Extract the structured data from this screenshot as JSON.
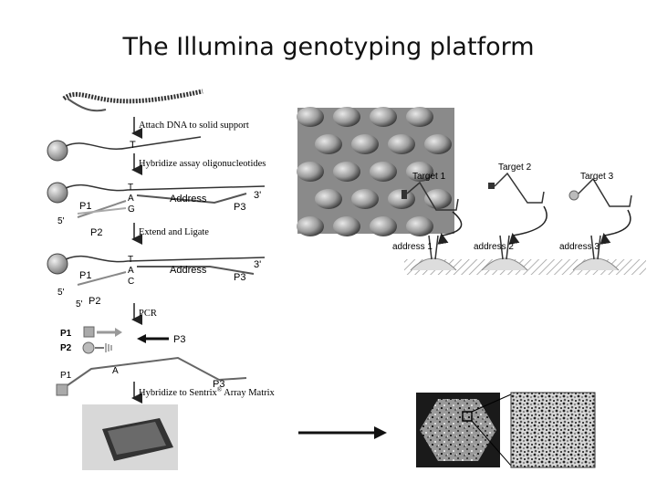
{
  "title": "The Illumina genotyping platform",
  "steps": {
    "attach": "Attach DNA to solid support",
    "hybridize_oligos": "Hybridize assay oligonucleotides",
    "extend_ligate": "Extend and Ligate",
    "pcr": "PCR",
    "hybridize_array": "Hybridize to Sentrix",
    "hybridize_array_tail": " Array Matrix",
    "registered": "®"
  },
  "labels": {
    "T": "T",
    "A": "A",
    "G": "G",
    "C": "C",
    "P1": "P1",
    "P2": "P2",
    "P3": "P3",
    "address": "Address",
    "five_prime": "5'",
    "three_prime": "3'"
  },
  "targets": {
    "target1": "Target 1",
    "target2": "Target 2",
    "target3": "Target 3",
    "address1": "address 1",
    "address2": "address 2",
    "address3": "address 3"
  }
}
